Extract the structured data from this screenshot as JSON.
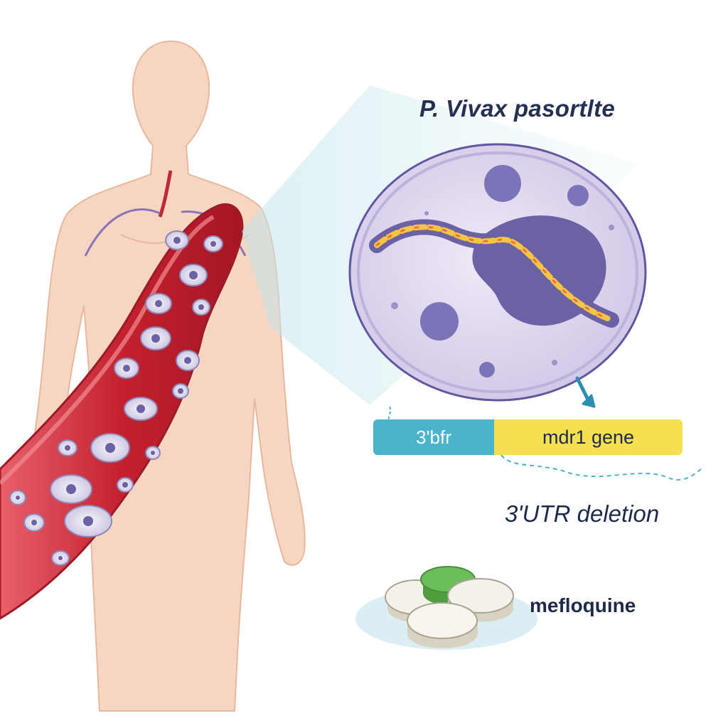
{
  "parasite_title": "P. Vivax pasortlte",
  "utr_label": "3'bfr",
  "gene_label": "mdr1 gene",
  "deletion_label": "3'UTR deletion",
  "drug_label": "mefloquine",
  "colors": {
    "skin": "#f6d6c2",
    "vessel": "#c4212f",
    "rbc": "#e9e6f2",
    "parasite_cell": "#ddd3ec",
    "nucleus": "#6b62a6",
    "utr": "#4bb3cc",
    "gene": "#f5e04f",
    "pill_green": "#6cbf58"
  }
}
